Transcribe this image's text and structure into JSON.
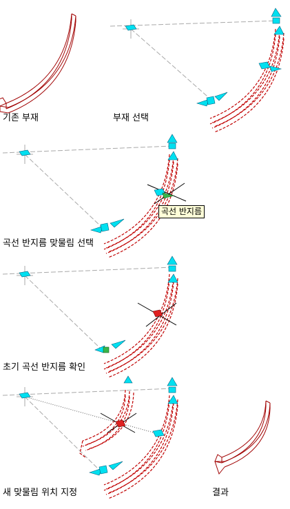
{
  "captions": {
    "existing_member": "기존 부재",
    "select_member": "부재 선택",
    "select_curve_radius_grip": "곡선 반지름 맞물림 선택",
    "confirm_initial_curve_radius": "초기 곡선 반지름 확인",
    "specify_new_grip_location": "새 맞물림 위치 지정",
    "result": "결과"
  },
  "tooltip": {
    "curve_radius": "곡선 반지름"
  },
  "colors": {
    "beam": "#a00000",
    "grip": "#00e0f0",
    "grip_active": "#39b54a",
    "grip_hot": "#e02020",
    "construction_line": "#a8a8a8",
    "tooltip_bg": "#ffffd8"
  }
}
